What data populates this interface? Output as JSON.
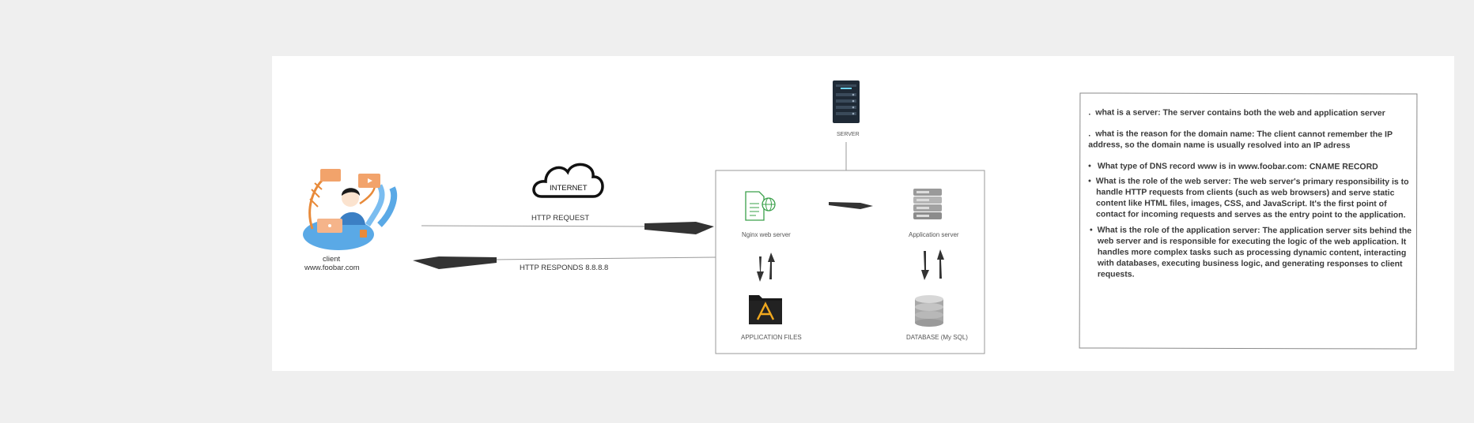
{
  "client": {
    "label": "client",
    "domain": "www.foobar.com"
  },
  "internet": {
    "label": "INTERNET"
  },
  "http_request": {
    "label": "HTTP REQUEST"
  },
  "http_responds": {
    "label": "HTTP RESPONDS 8.8.8.8"
  },
  "server": {
    "label": "SERVER"
  },
  "nginx": {
    "label": "Nginx web server"
  },
  "app_server": {
    "label": "Application server"
  },
  "app_files": {
    "label": "APPLICATION FILES"
  },
  "database": {
    "label": "DATABASE (My SQL)"
  },
  "notes": {
    "n1_bullet": ".",
    "n1": "what is a server: The server contains both the web and application server",
    "n2_bullet": ".",
    "n2": "what is the reason for the domain name: The client cannot remember the IP address, so the domain name is usually resolved into an IP adress",
    "n3_bullet": "•",
    "n3": "What type of DNS record www is in www.foobar.com: CNAME RECORD",
    "n4_bullet": "•",
    "n4": "What is the role of the web server:  The web server's primary responsibility is to handle HTTP requests from clients (such as web browsers) and serve static content like HTML files, images, CSS, and JavaScript. It's the first point of contact for incoming requests and serves as the entry point to the application.",
    "n5_bullet": "•",
    "n5": "What is the role of the application server:  The application server sits behind the web server and is responsible for executing the logic of the web application. It handles more complex tasks such as processing dynamic content, interacting with databases, executing business logic, and generating responses to client requests."
  }
}
